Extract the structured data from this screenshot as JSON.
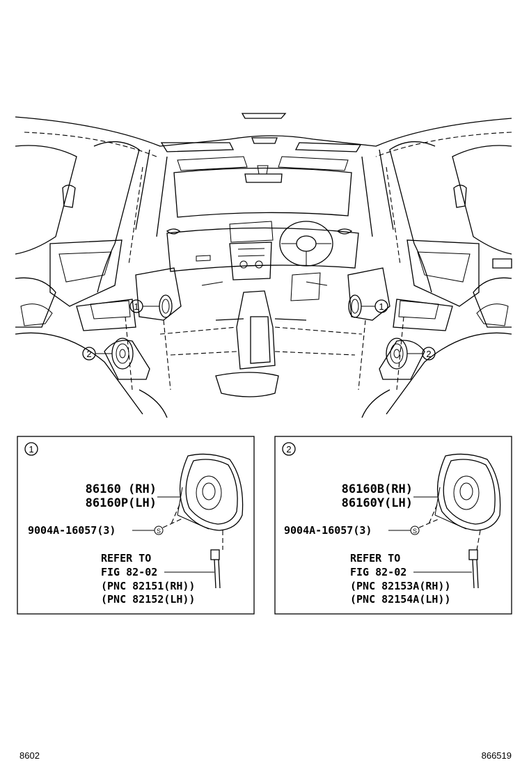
{
  "callouts": {
    "one": "1",
    "two": "2",
    "screw_mark": "S"
  },
  "panel1": {
    "index": "1",
    "part_rh": "86160 (RH)",
    "part_lh": "86160P(LH)",
    "screw": "9004A-16057(3)",
    "refer_1": "REFER TO",
    "refer_2": "FIG 82-02",
    "refer_3": "(PNC 82151(RH))",
    "refer_4": "(PNC 82152(LH))"
  },
  "panel2": {
    "index": "2",
    "part_rh": "86160B(RH)",
    "part_lh": "86160Y(LH)",
    "screw": "9004A-16057(3)",
    "refer_1": "REFER TO",
    "refer_2": "FIG 82-02",
    "refer_3": "(PNC 82153A(RH))",
    "refer_4": "(PNC 82154A(LH))"
  },
  "footer": {
    "left": "8602",
    "right": "866519"
  }
}
